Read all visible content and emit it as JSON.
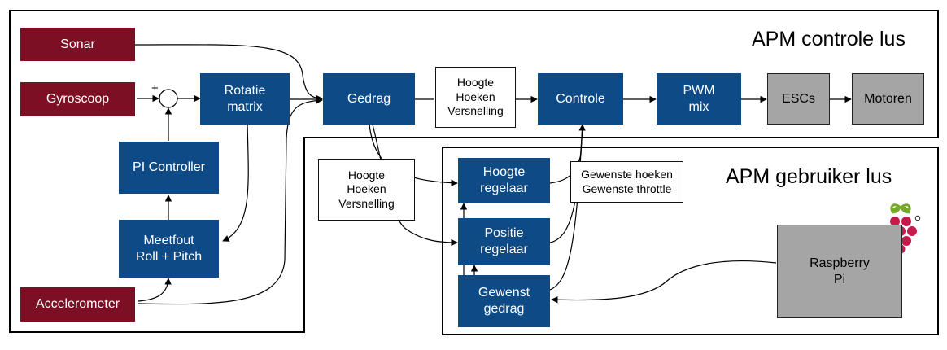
{
  "titles": {
    "control_loop": "APM controle lus",
    "user_loop": "APM gebruiker lus"
  },
  "sensors": {
    "sonar": "Sonar",
    "gyroscoop": "Gyroscoop",
    "accelerometer": "Accelerometer"
  },
  "blocks": {
    "rotatie": "Rotatie\nmatrix",
    "gedrag": "Gedrag",
    "controle": "Controle",
    "pwm": "PWM\nmix",
    "pi_controller": "PI Controller",
    "meetfout": "Meetfout\nRoll + Pitch",
    "hoogte_regelaar": "Hoogte\nregelaar",
    "positie_regelaar": "Positie\nregelaar",
    "gewenst_gedrag": "Gewenst\ngedrag"
  },
  "hardware": {
    "escs": "ESCs",
    "motoren": "Motoren",
    "raspberry": "Raspberry\nPi"
  },
  "notes": {
    "signals_top": "Hoogte\nHoeken\nVersnelling",
    "signals_left": "Hoogte\nHoeken\nVersnelling",
    "gewenste": "Gewenste hoeken\nGewenste throttle"
  },
  "symbols": {
    "plus": "+"
  },
  "colors": {
    "sensor_red": "#7d0f25",
    "block_blue": "#0d4a86",
    "hardware_grey": "#a5a5a5",
    "raspberry_red": "#c51a4a",
    "raspberry_leaf": "#75a928"
  }
}
